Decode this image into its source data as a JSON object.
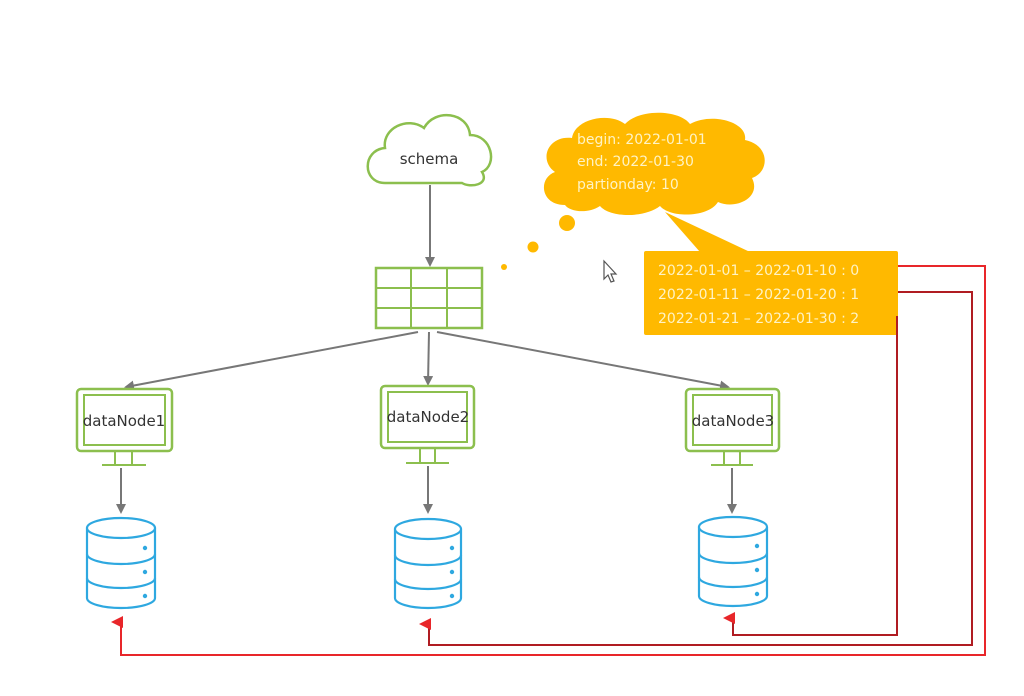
{
  "colors": {
    "node_stroke": "#8cbf4e",
    "db_stroke": "#2ea8e0",
    "arrow_gray": "#777777",
    "callout_fill": "#ffb900",
    "callout_text": "#fff3c4",
    "red_line": "#e8262a",
    "dark_red_line": "#b01c22"
  },
  "schema": {
    "label": "schema"
  },
  "thought_bubble": {
    "lines": [
      "begin: 2022-01-01",
      "end: 2022-01-30",
      "partionday: 10"
    ]
  },
  "partition_box": {
    "lines": [
      "2022-01-01 – 2022-01-10 : 0",
      "2022-01-11 – 2022-01-20 : 1",
      "2022-01-21 – 2022-01-30 : 2"
    ]
  },
  "data_nodes": [
    {
      "label": "dataNode1"
    },
    {
      "label": "dataNode2"
    },
    {
      "label": "dataNode3"
    }
  ]
}
